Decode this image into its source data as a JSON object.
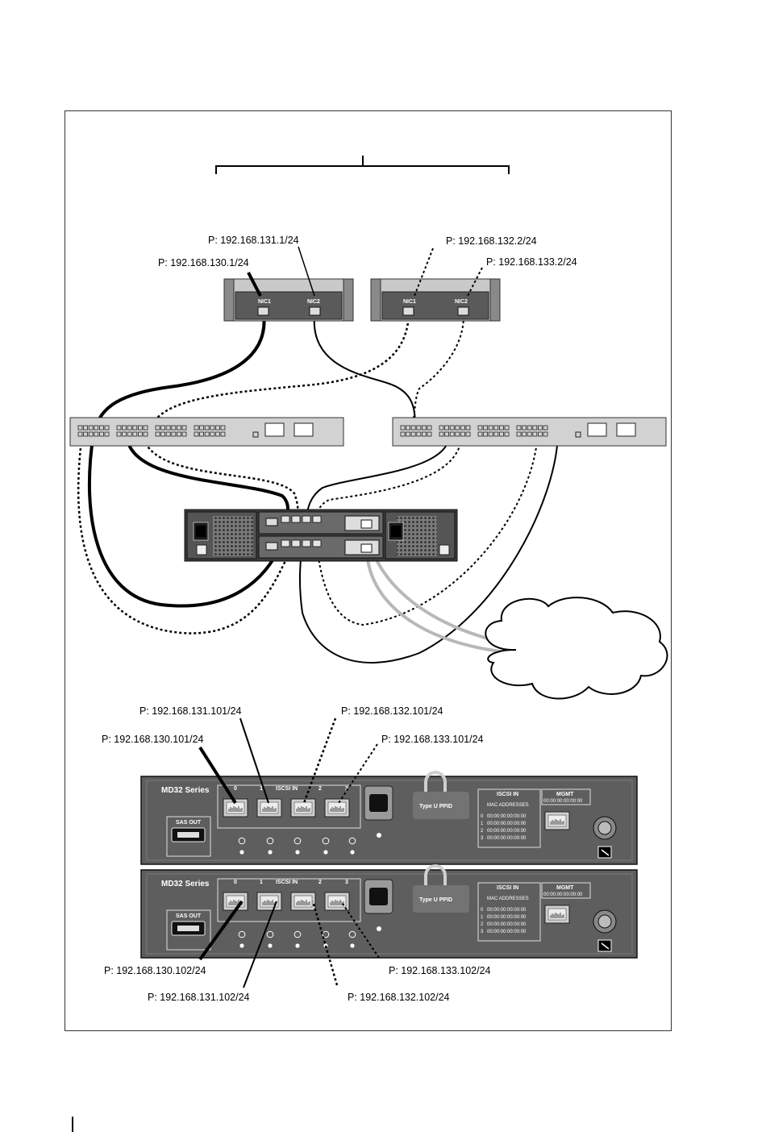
{
  "hosts": [
    {
      "nic1_label": "NIC1",
      "nic2_label": "NIC2"
    },
    {
      "nic1_label": "NIC1",
      "nic2_label": "NIC2"
    }
  ],
  "host_ips": {
    "h1_nic1": "P: 192.168.130.1/24",
    "h1_nic2": "P: 192.168.131.1/24",
    "h2_nic1": "P: 192.168.132.2/24",
    "h2_nic2": "P: 192.168.133.2/24"
  },
  "controllers": [
    {
      "series": "MD32 Series",
      "iscsi_in": "ISCSI IN",
      "port_numbers": [
        "0",
        "1",
        "2",
        "3"
      ],
      "sas_out": "SAS OUT",
      "type_ppid": "Type U PPID",
      "mac_header": "ISCSI IN",
      "mac_title": "MAC ADDRESSES",
      "mac_rows": [
        {
          "port": "0",
          "mac": "00:00:00:00:00:00"
        },
        {
          "port": "1",
          "mac": "00:00:00:00:00:00"
        },
        {
          "port": "2",
          "mac": "00:00:00:00:00:00"
        },
        {
          "port": "3",
          "mac": "00:00:00:00:00:00"
        }
      ],
      "mgmt": "MGMT",
      "mgmt_mac": "00:00:00:00:00:00",
      "ips": [
        "P: 192.168.130.101/24",
        "P: 192.168.131.101/24",
        "P: 192.168.132.101/24",
        "P: 192.168.133.101/24"
      ]
    },
    {
      "series": "MD32 Series",
      "iscsi_in": "ISCSI IN",
      "port_numbers": [
        "0",
        "1",
        "2",
        "3"
      ],
      "sas_out": "SAS OUT",
      "type_ppid": "Type U PPID",
      "mac_header": "ISCSI IN",
      "mac_title": "MAC ADDRESSES",
      "mac_rows": [
        {
          "port": "0",
          "mac": "00:00:00:00:00:00"
        },
        {
          "port": "1",
          "mac": "00:00:00:00:00:00"
        },
        {
          "port": "2",
          "mac": "00:00:00:00:00:00"
        },
        {
          "port": "3",
          "mac": "00:00:00:00:00:00"
        }
      ],
      "mgmt": "MGMT",
      "mgmt_mac": "00:00:00:00:00:00",
      "ips": [
        "P: 192.168.130.102/24",
        "P: 192.168.131.102/24",
        "P: 192.168.132.102/24",
        "P: 192.168.133.102/24"
      ]
    }
  ],
  "colors": {
    "device_fill": "#d2d2d2",
    "controller_fill": "#5b5b5b",
    "line": "#000000"
  }
}
